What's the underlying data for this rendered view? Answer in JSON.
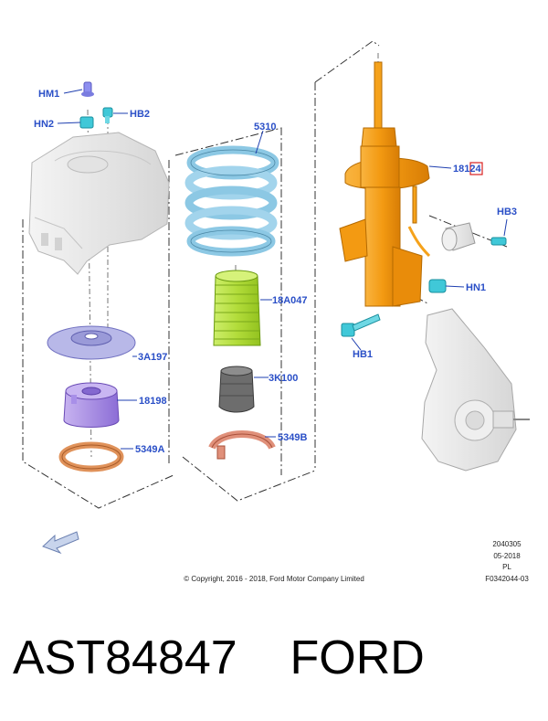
{
  "callouts": {
    "hm1": "HM1",
    "hn2": "HN2",
    "hb2": "HB2",
    "p5310": "5310",
    "p18124": "18124",
    "hb3": "HB3",
    "p18a047": "18A047",
    "hn1": "HN1",
    "p3a197": "3A197",
    "hb1": "HB1",
    "p3k100": "3K100",
    "p18198": "18198",
    "p5349b": "5349B",
    "p5349a": "5349A"
  },
  "meta": {
    "code": "2040305",
    "date": "05-2018",
    "lang": "PL",
    "figure": "F0342044-03",
    "copyright": "© Copyright, 2016 - 2018, Ford Motor Company Limited"
  },
  "footer": {
    "title": "AST84847    FORD"
  },
  "colors": {
    "callout_text": "#2a4fc7",
    "strut": "#f5a21b",
    "spring": "#9fd4ea",
    "boot": "#b8e04a",
    "bump_stop": "#6b6b6b",
    "isolator": "#c98a63",
    "mount": "#a98fe0",
    "bearing": "#9a9ad8",
    "fasteners": "#40c8d8",
    "knuckle": "#e8e8e8"
  },
  "icons": [
    "front-direction-arrow-icon"
  ]
}
